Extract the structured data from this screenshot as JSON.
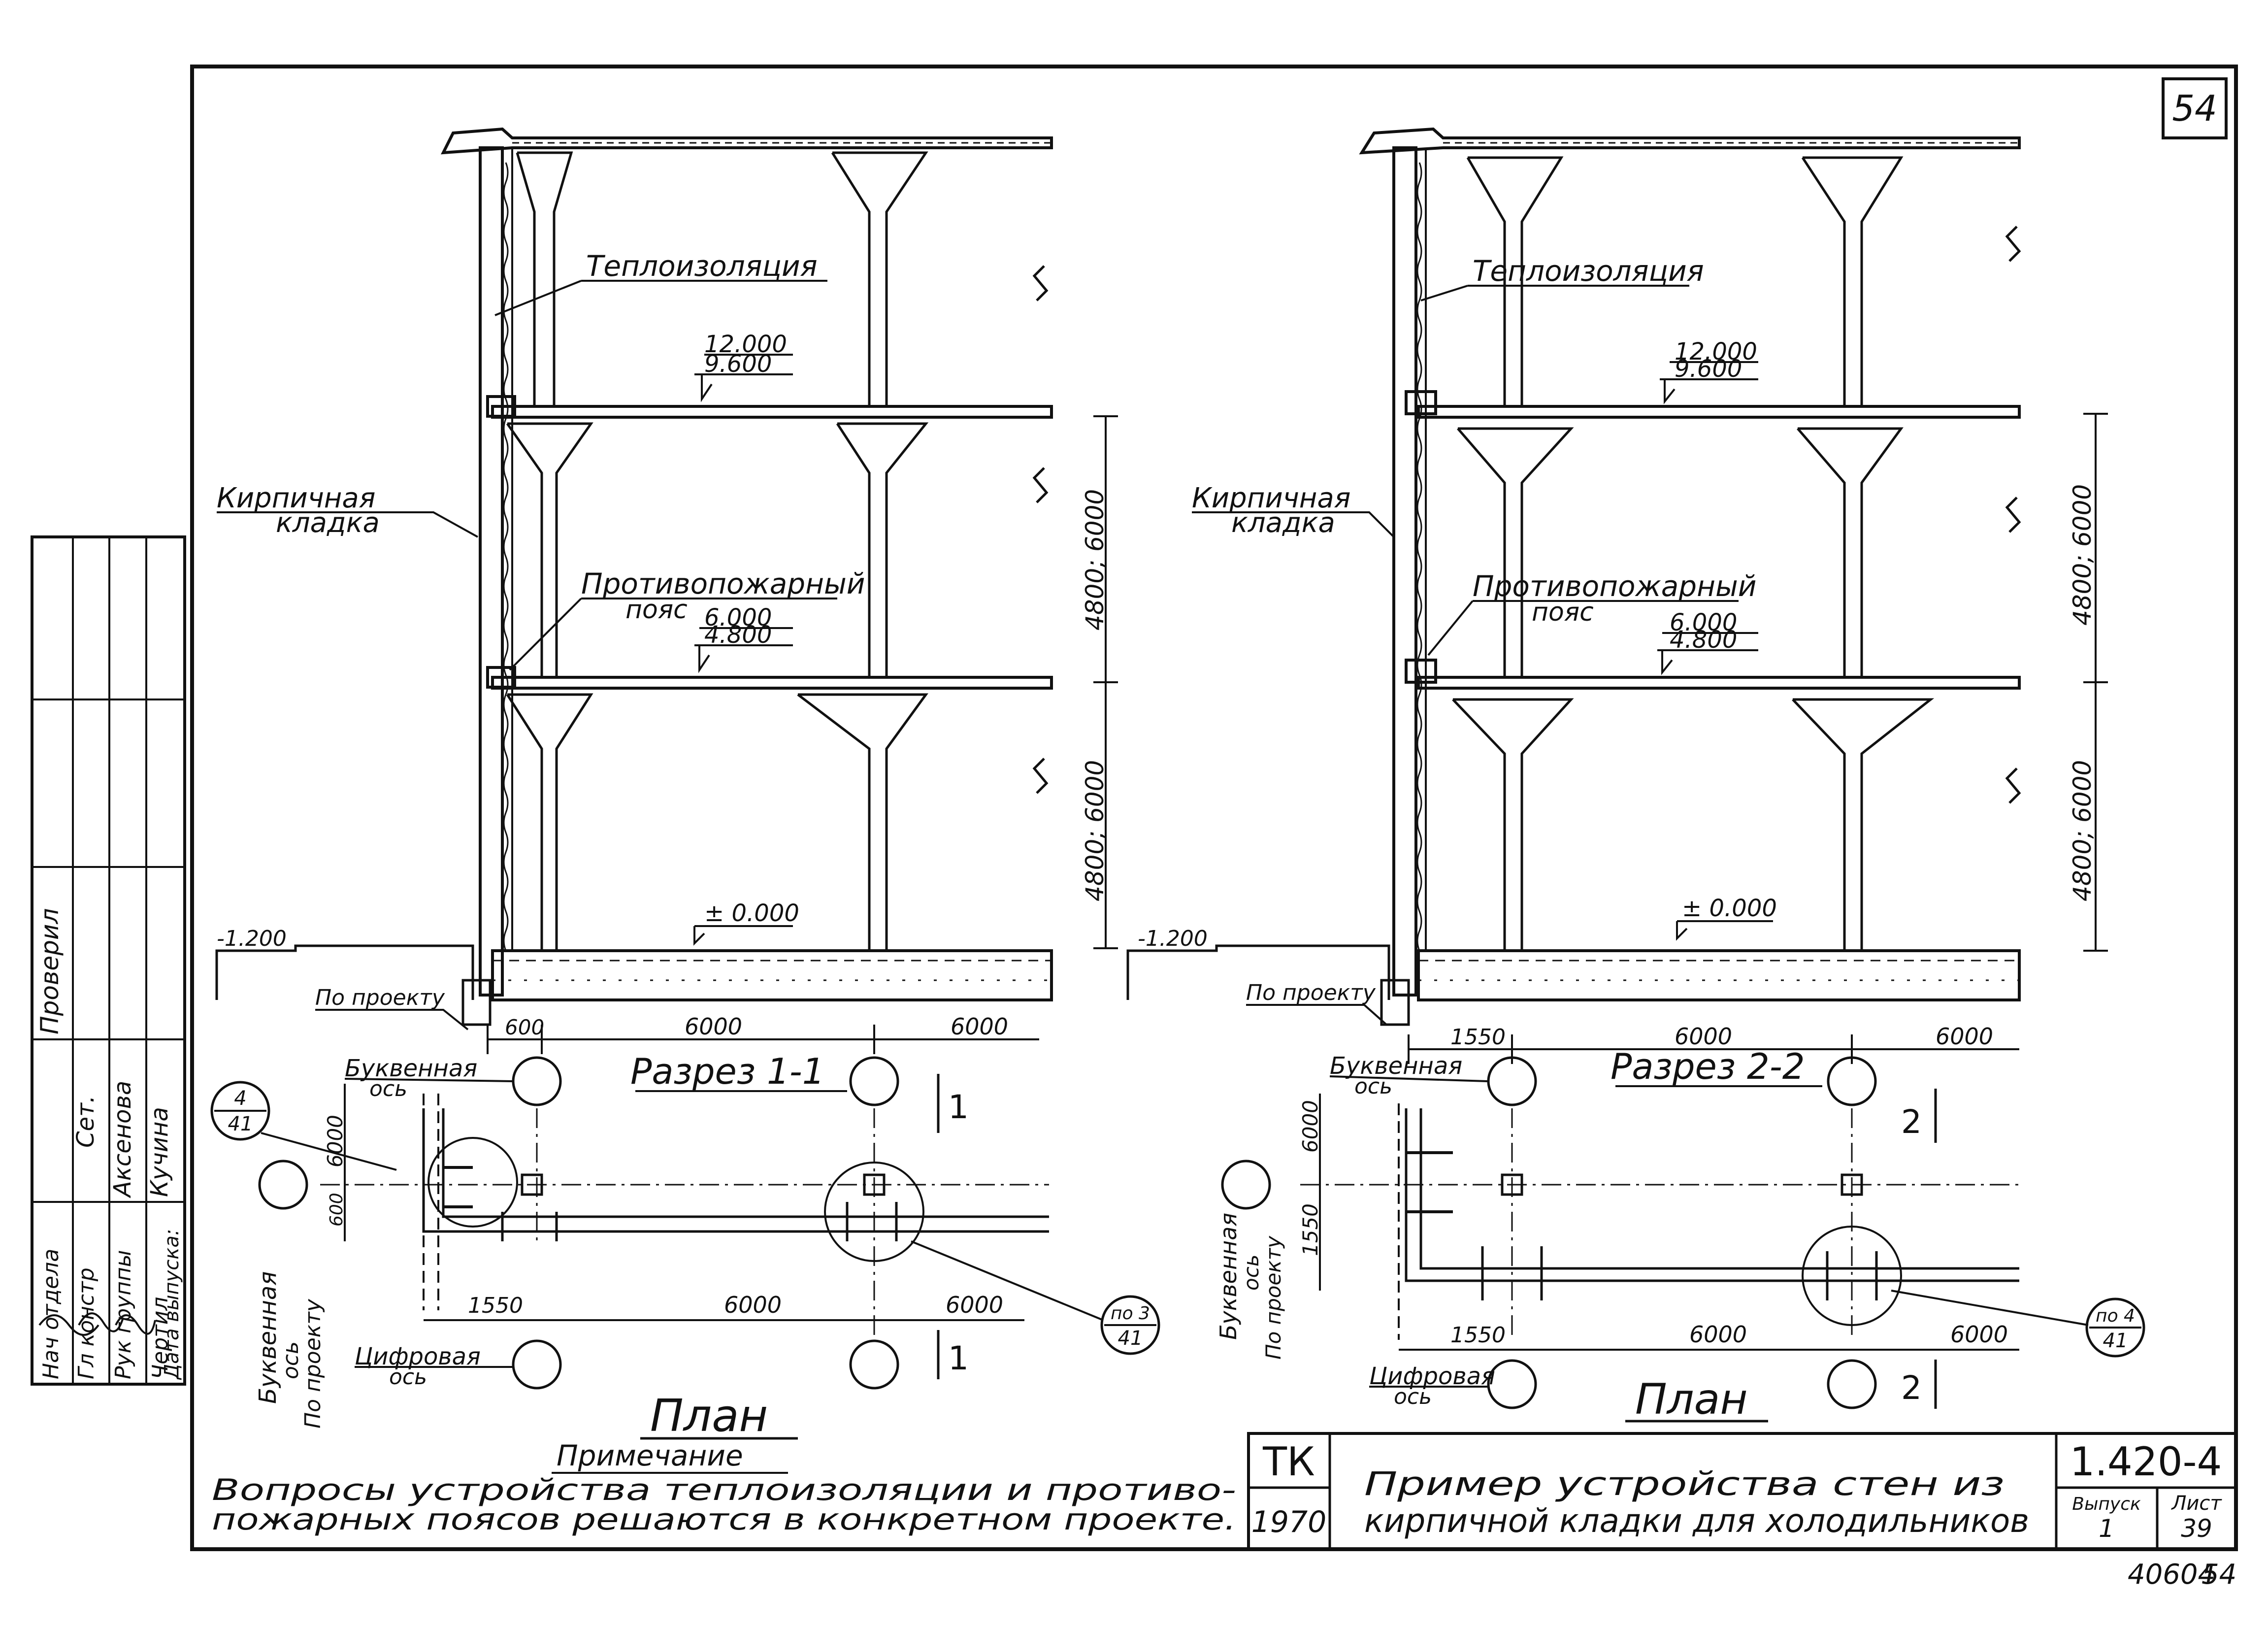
{
  "sheet_number": "54",
  "section_1": {
    "title": "Разрез 1-1",
    "label_insulation": "Теплоизоляция",
    "label_brick_1": "Кирпичная",
    "label_brick_2": "кладка",
    "label_firebelt_1": "Противопожарный",
    "label_firebelt_2": "пояс",
    "level_top_a": "12.000",
    "level_top_b": "9.600",
    "level_mid_a": "6.000",
    "level_mid_b": "4.800",
    "level_zero": "± 0.000",
    "level_minus": "-1.200",
    "label_by_project": "По проекту",
    "height_upper": "4800; 6000",
    "height_lower": "4800; 6000",
    "span_1": "600",
    "span_2": "6000",
    "span_3": "6000",
    "axis_label_1": "Буквенная",
    "axis_label_2": "ось"
  },
  "section_2": {
    "title": "Разрез 2-2",
    "label_insulation": "Теплоизоляция",
    "label_brick_1": "Кирпичная",
    "label_brick_2": "кладка",
    "label_firebelt_1": "Противопожарный",
    "label_firebelt_2": "пояс",
    "level_top_a": "12.000",
    "level_top_b": "9.600",
    "level_mid_a": "6.000",
    "level_mid_b": "4.800",
    "level_zero": "± 0.000",
    "level_minus": "-1.200",
    "label_by_project": "По проекту",
    "height_upper": "4800; 6000",
    "height_lower": "4800; 6000",
    "span_1": "1550",
    "span_2": "6000",
    "span_3": "6000",
    "axis_label_1": "Буквенная",
    "axis_label_2": "ось"
  },
  "plan_1": {
    "title": "План",
    "callout_a_top": "4",
    "callout_a_bottom": "41",
    "callout_b_top": "по 3",
    "callout_b_bottom": "41",
    "dim_vertical_1": "6000",
    "dim_vertical_2": "600",
    "dim_span_1": "1550",
    "dim_span_2": "6000",
    "dim_span_3": "6000",
    "axis_letter_1": "Буквенная",
    "axis_letter_2": "ось",
    "axis_letter_3": "По проекту",
    "axis_digital_1": "Цифровая",
    "axis_digital_2": "ось",
    "cut_mark_top": "1",
    "cut_mark_bottom": "1"
  },
  "plan_2": {
    "title": "План",
    "callout_top": "по 4",
    "callout_bottom": "41",
    "dim_vertical_1": "6000",
    "dim_vertical_2": "1550",
    "dim_span_1": "1550",
    "dim_span_2": "6000",
    "dim_span_3": "6000",
    "axis_letter_1": "Буквенная",
    "axis_letter_2": "ось",
    "axis_letter_3": "По проекту",
    "axis_digital_1": "Цифровая",
    "axis_digital_2": "ось",
    "cut_mark_top": "2",
    "cut_mark_bottom": "2"
  },
  "note": {
    "heading": "Примечание",
    "line_1": "Вопросы устройства теплоизоляции и противо-",
    "line_2": "пожарных поясов решаются в конкретном проекте."
  },
  "title_block": {
    "org": "ТК",
    "year": "1970",
    "title_1": "Пример устройства стен из",
    "title_2": "кирпичной кладки для холодильников",
    "code": "1.420-4",
    "issue_label": "Выпуск",
    "issue_value": "1",
    "sheet_label": "Лист",
    "sheet_value": "39"
  },
  "stamp": {
    "role_1": "Нач отдела",
    "role_2": "Гл констр",
    "role_3": "Рук группы",
    "role_4": "Чертил",
    "role_5": "Дата выпуска:",
    "checked": "Проверил",
    "name_1": "Сет.",
    "name_2": "Аксенова",
    "name_3": "Кучина"
  },
  "archive_number": "40604",
  "archive_sheet": "54",
  "colors": {
    "ink": "#111111",
    "paper": "#ffffff"
  }
}
